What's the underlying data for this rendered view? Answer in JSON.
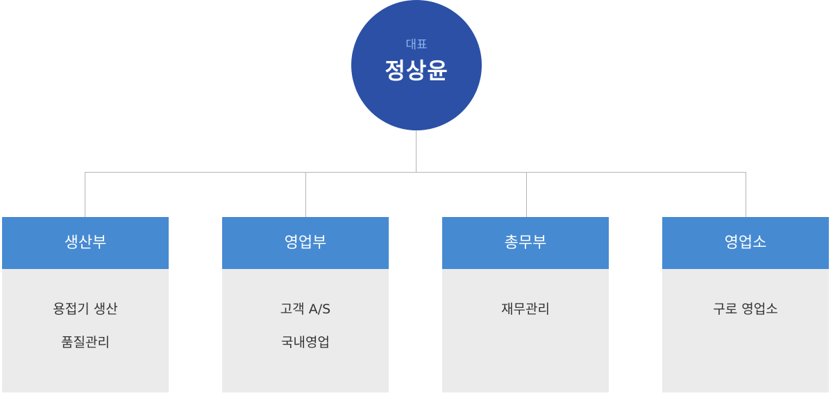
{
  "ceo": {
    "role": "대표",
    "name": "정상윤"
  },
  "colors": {
    "ceo_circle": "#2b50a6",
    "ceo_role_text": "#8fb8ec",
    "dept_header": "#468ad2",
    "dept_body": "#ebebeb",
    "connector": "#b4b4b4"
  },
  "departments": [
    {
      "name": "생산부",
      "items": [
        "용접기 생산",
        "품질관리"
      ]
    },
    {
      "name": "영업부",
      "items": [
        "고객 A/S",
        "국내영업"
      ]
    },
    {
      "name": "총무부",
      "items": [
        "재무관리"
      ]
    },
    {
      "name": "영업소",
      "items": [
        "구로 영업소"
      ]
    }
  ]
}
